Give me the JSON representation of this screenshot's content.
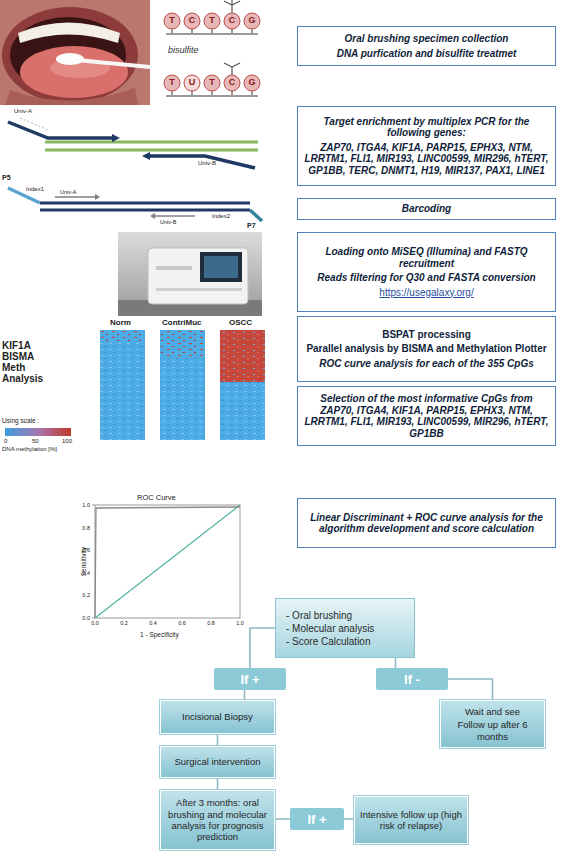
{
  "diagram": {
    "nodes": [
      {
        "text": [
          "Oral brushing specimen collection",
          "DNA purfication and bisulfite treatmet"
        ]
      },
      {
        "text": [
          "Target enrichment by multiplex PCR for the following genes:",
          "ZAP70, ITGA4, KIF1A, PARP15, EPHX3, NTM, LRRTM1, FLI1, MIR193, LINC00599, MIR296, hTERT, GP1BB, TERC, DNMT1, H19, MIR137, PAX1, LINE1"
        ]
      },
      {
        "text": [
          "Barcoding"
        ]
      },
      {
        "text": [
          "Loading onto MiSEQ (Illumina) and FASTQ recruitment",
          "Reads filtering for Q30 and FASTA conversion",
          "https://usegalaxy.org/"
        ]
      },
      {
        "text": [
          "BSPAT processing",
          "Parallel analysis by BISMA and Methylation Plotter",
          "ROC curve analysis for each of the 355 CpGs"
        ]
      },
      {
        "text": [
          "Selection of the most informative CpGs from ZAP70, ITGA4, KIF1A, PARP15, EPHX3, NTM, LRRTM1, FLI1, MIR193, LINC00599, MIR296, hTERT, GP1BB"
        ]
      },
      {
        "text": [
          "Linear Discriminant + ROC curve analysis for the algorithm development and score calculation"
        ]
      },
      {
        "text": [
          "- Oral brushing",
          "- Molecular analysis",
          "- Score Calculation"
        ]
      },
      {
        "text": [
          "If +"
        ]
      },
      {
        "text": [
          "If -"
        ]
      },
      {
        "text": [
          "Incisional Biopsy"
        ]
      },
      {
        "text": [
          "Wait and see",
          "Follow up after 6 months"
        ]
      },
      {
        "text": [
          "Surgical intervention"
        ]
      },
      {
        "text": [
          "After 3 months: oral brushing and molecular analysis for prognosis prediction"
        ]
      },
      {
        "text": [
          "If +"
        ]
      },
      {
        "text": [
          "Intensive follow up (high risk of relapse)"
        ]
      }
    ],
    "edges": [
      {
        "from": 7,
        "to": 8,
        "arrow": "none"
      },
      {
        "from": 8,
        "to": 10,
        "arrow": "none"
      },
      {
        "from": 7,
        "to": 9,
        "arrow": "none"
      },
      {
        "from": 9,
        "to": 11,
        "arrow": "none"
      },
      {
        "from": 10,
        "to": 12,
        "arrow": "none"
      },
      {
        "from": 12,
        "to": 13,
        "arrow": "none"
      },
      {
        "from": 13,
        "to": 14,
        "arrow": "none"
      },
      {
        "from": 14,
        "to": 15,
        "arrow": "none"
      }
    ],
    "labels": [
      "T",
      "C",
      "T",
      "C",
      "G",
      "bisulfite",
      "T",
      "U",
      "T",
      "C",
      "G",
      "Univ-A",
      "Univ-B",
      "P5",
      "Index1",
      "Univ-A",
      "Univ-B",
      "Index2",
      "P7",
      "Norm",
      "ContriMuc",
      "OSCC",
      "KIF1A BISMA Meth Analysis",
      "Using scale :",
      "0",
      "50",
      "100",
      "DNA methylation [%]",
      "ROC Curve",
      "Sensitivity",
      "1 - Specificity",
      "0.0",
      "0.2",
      "0.4",
      "0.6",
      "0.8",
      "1.0",
      "0.0",
      "0.2",
      "0.4",
      "0.6",
      "0.8",
      "1.0"
    ]
  }
}
